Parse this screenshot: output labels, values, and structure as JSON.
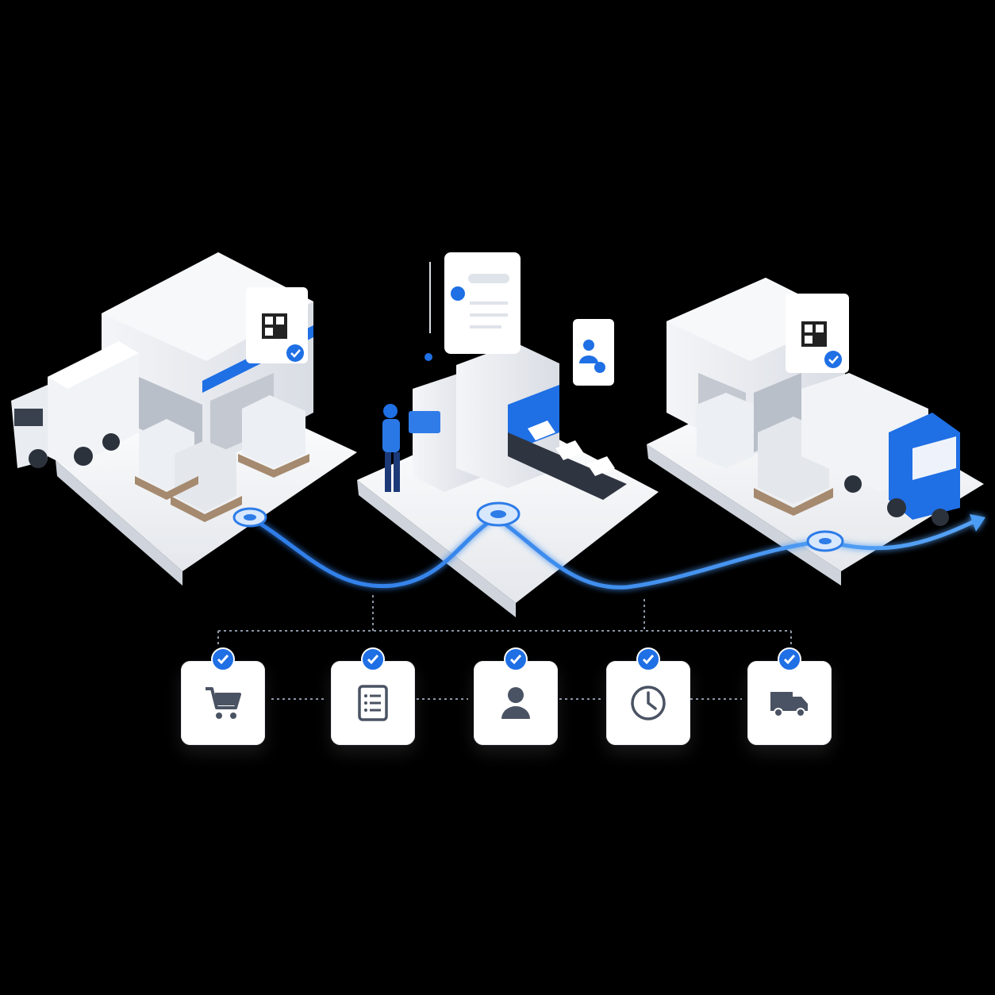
{
  "colors": {
    "background": "#000000",
    "platform": "#eef0f4",
    "building": "#e7eaef",
    "accent_blue": "#1f6fe5",
    "route_blue": "#3b8cf0",
    "icon_gray": "#4a5363"
  },
  "scene": {
    "stations": [
      {
        "name": "warehouse-receiving",
        "icons": [
          "truck-icon",
          "qr-code-icon",
          "pallet-icon"
        ],
        "verified": true
      },
      {
        "name": "processing-station",
        "icons": [
          "operator-icon",
          "conveyor-icon",
          "checklist-card-icon",
          "user-check-icon"
        ],
        "verified": true
      },
      {
        "name": "dispatch-station",
        "icons": [
          "qr-code-icon",
          "pallet-icon",
          "truck-icon"
        ],
        "verified": true
      }
    ],
    "route": {
      "direction": "left-to-right",
      "nodes": 3
    }
  },
  "steps": [
    {
      "icon": "shopping-cart-icon",
      "verified": true
    },
    {
      "icon": "document-list-icon",
      "verified": true
    },
    {
      "icon": "user-icon",
      "verified": true
    },
    {
      "icon": "clock-icon",
      "verified": true
    },
    {
      "icon": "delivery-truck-icon",
      "verified": true
    }
  ]
}
